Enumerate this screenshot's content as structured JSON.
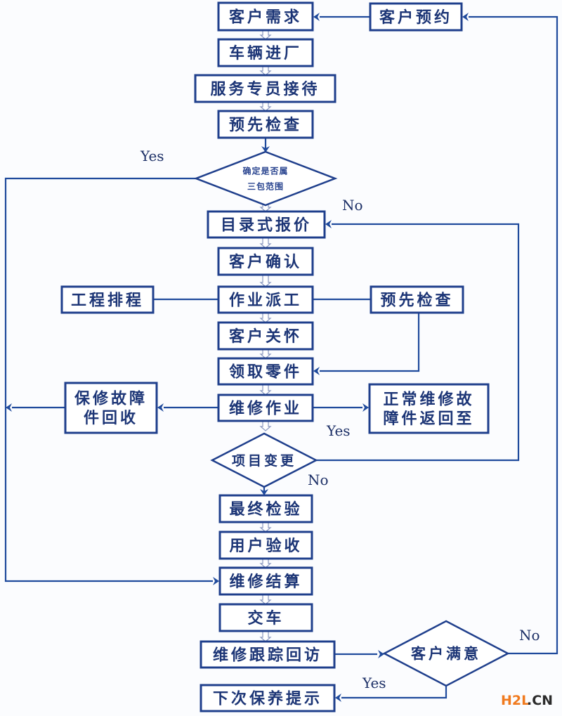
{
  "diagram": {
    "title": "汽车维修服务流程",
    "colors": {
      "stroke": "#1f3f8c",
      "text": "#1c3576",
      "accent_watermark": "#f07a1e"
    },
    "nodes": [
      {
        "id": "customer-demand",
        "type": "process",
        "lines": [
          "客户需求"
        ]
      },
      {
        "id": "customer-appointment",
        "type": "process",
        "lines": [
          "客户预约"
        ]
      },
      {
        "id": "vehicle-entry",
        "type": "process",
        "lines": [
          "车辆进厂"
        ]
      },
      {
        "id": "service-reception",
        "type": "process",
        "lines": [
          "服务专员接待"
        ]
      },
      {
        "id": "pre-inspection",
        "type": "process",
        "lines": [
          "预先检查"
        ]
      },
      {
        "id": "warranty-decision",
        "type": "decision",
        "lines": [
          "确定是否属",
          "三包范围"
        ]
      },
      {
        "id": "catalog-quote",
        "type": "process",
        "lines": [
          "目录式报价"
        ]
      },
      {
        "id": "customer-confirm",
        "type": "process",
        "lines": [
          "客户确认"
        ]
      },
      {
        "id": "engineering-schedule",
        "type": "process",
        "lines": [
          "工程排程"
        ]
      },
      {
        "id": "job-dispatch",
        "type": "process",
        "lines": [
          "作业派工"
        ]
      },
      {
        "id": "pre-inspection-2",
        "type": "process",
        "lines": [
          "预先检查"
        ]
      },
      {
        "id": "customer-care",
        "type": "process",
        "lines": [
          "客户关怀"
        ]
      },
      {
        "id": "parts-pickup",
        "type": "process",
        "lines": [
          "领取零件"
        ]
      },
      {
        "id": "warranty-parts-recovery",
        "type": "process",
        "lines": [
          "保修故障",
          "件回收"
        ]
      },
      {
        "id": "repair-work",
        "type": "process",
        "lines": [
          "维修作业"
        ]
      },
      {
        "id": "normal-parts-return",
        "type": "process",
        "lines": [
          "正常维修故",
          "障件返回至"
        ]
      },
      {
        "id": "item-change",
        "type": "decision",
        "lines": [
          "项目变更"
        ]
      },
      {
        "id": "final-inspection",
        "type": "process",
        "lines": [
          "最终检验"
        ]
      },
      {
        "id": "user-acceptance",
        "type": "process",
        "lines": [
          "用户验收"
        ]
      },
      {
        "id": "repair-settlement",
        "type": "process",
        "lines": [
          "维修结算"
        ]
      },
      {
        "id": "vehicle-delivery",
        "type": "process",
        "lines": [
          "交车"
        ]
      },
      {
        "id": "follow-up-visit",
        "type": "process",
        "lines": [
          "维修跟踪回访"
        ]
      },
      {
        "id": "customer-satisfied",
        "type": "decision",
        "lines": [
          "客户满意"
        ]
      },
      {
        "id": "next-maintenance-reminder",
        "type": "process",
        "lines": [
          "下次保养提示"
        ]
      }
    ],
    "edges": [
      {
        "from": "customer-appointment",
        "to": "customer-demand",
        "label": ""
      },
      {
        "from": "customer-demand",
        "to": "vehicle-entry",
        "label": ""
      },
      {
        "from": "vehicle-entry",
        "to": "service-reception",
        "label": ""
      },
      {
        "from": "service-reception",
        "to": "pre-inspection",
        "label": ""
      },
      {
        "from": "pre-inspection",
        "to": "warranty-decision",
        "label": ""
      },
      {
        "from": "warranty-decision",
        "to": "repair-settlement",
        "label": "Yes"
      },
      {
        "from": "warranty-decision",
        "to": "catalog-quote",
        "label": "No"
      },
      {
        "from": "catalog-quote",
        "to": "customer-confirm",
        "label": ""
      },
      {
        "from": "customer-confirm",
        "to": "job-dispatch",
        "label": ""
      },
      {
        "from": "engineering-schedule",
        "to": "job-dispatch",
        "label": ""
      },
      {
        "from": "job-dispatch",
        "to": "pre-inspection-2",
        "label": ""
      },
      {
        "from": "job-dispatch",
        "to": "customer-care",
        "label": ""
      },
      {
        "from": "pre-inspection-2",
        "to": "parts-pickup",
        "label": ""
      },
      {
        "from": "customer-care",
        "to": "parts-pickup",
        "label": ""
      },
      {
        "from": "parts-pickup",
        "to": "repair-work",
        "label": ""
      },
      {
        "from": "repair-work",
        "to": "warranty-parts-recovery",
        "label": ""
      },
      {
        "from": "repair-work",
        "to": "normal-parts-return",
        "label": ""
      },
      {
        "from": "repair-work",
        "to": "item-change",
        "label": ""
      },
      {
        "from": "item-change",
        "to": "catalog-quote",
        "label": "Yes"
      },
      {
        "from": "item-change",
        "to": "final-inspection",
        "label": "No"
      },
      {
        "from": "final-inspection",
        "to": "user-acceptance",
        "label": ""
      },
      {
        "from": "user-acceptance",
        "to": "repair-settlement",
        "label": ""
      },
      {
        "from": "repair-settlement",
        "to": "vehicle-delivery",
        "label": ""
      },
      {
        "from": "vehicle-delivery",
        "to": "follow-up-visit",
        "label": ""
      },
      {
        "from": "follow-up-visit",
        "to": "customer-satisfied",
        "label": ""
      },
      {
        "from": "customer-satisfied",
        "to": "next-maintenance-reminder",
        "label": "Yes"
      },
      {
        "from": "customer-satisfied",
        "to": "customer-appointment",
        "label": "No"
      }
    ],
    "edge_labels": {
      "warranty_yes": "Yes",
      "warranty_no": "No",
      "change_yes": "Yes",
      "change_no": "No",
      "satisfied_yes": "Yes",
      "satisfied_no": "No"
    }
  },
  "watermark": {
    "brand": "H2L",
    "suffix": ".CN"
  }
}
